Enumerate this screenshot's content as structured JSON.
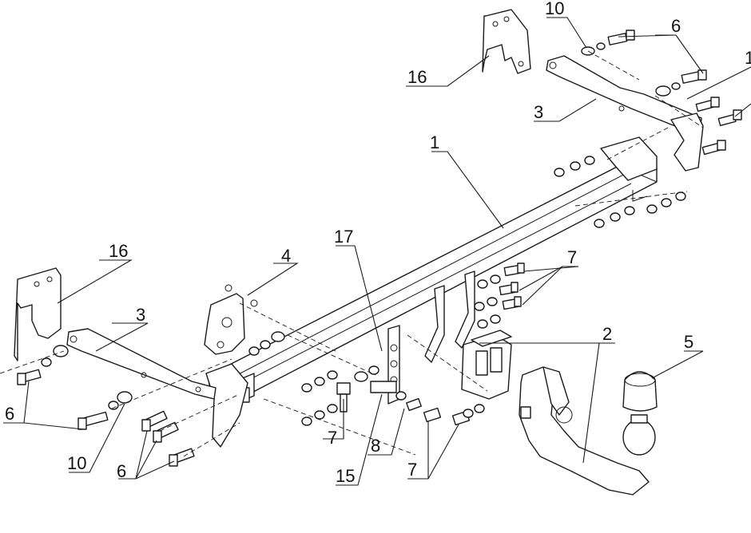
{
  "callouts": {
    "c1": "1",
    "c2": "2",
    "c3_left": "3",
    "c3_right": "3",
    "c4": "4",
    "c5": "5",
    "c6_top": "6",
    "c6_left": "6",
    "c6_bottom": "6",
    "c7_upper": "7",
    "c7_mid": "7",
    "c7_bottom": "7",
    "c8": "8",
    "c10_top": "10",
    "c10_bottom": "10",
    "c15": "15",
    "c16_top": "16",
    "c16_left": "16",
    "c17": "17",
    "c1_cut": "1"
  },
  "colors": {
    "line": "#1a1a1a",
    "shade": "#d8d8d8",
    "background": "#ffffff"
  }
}
